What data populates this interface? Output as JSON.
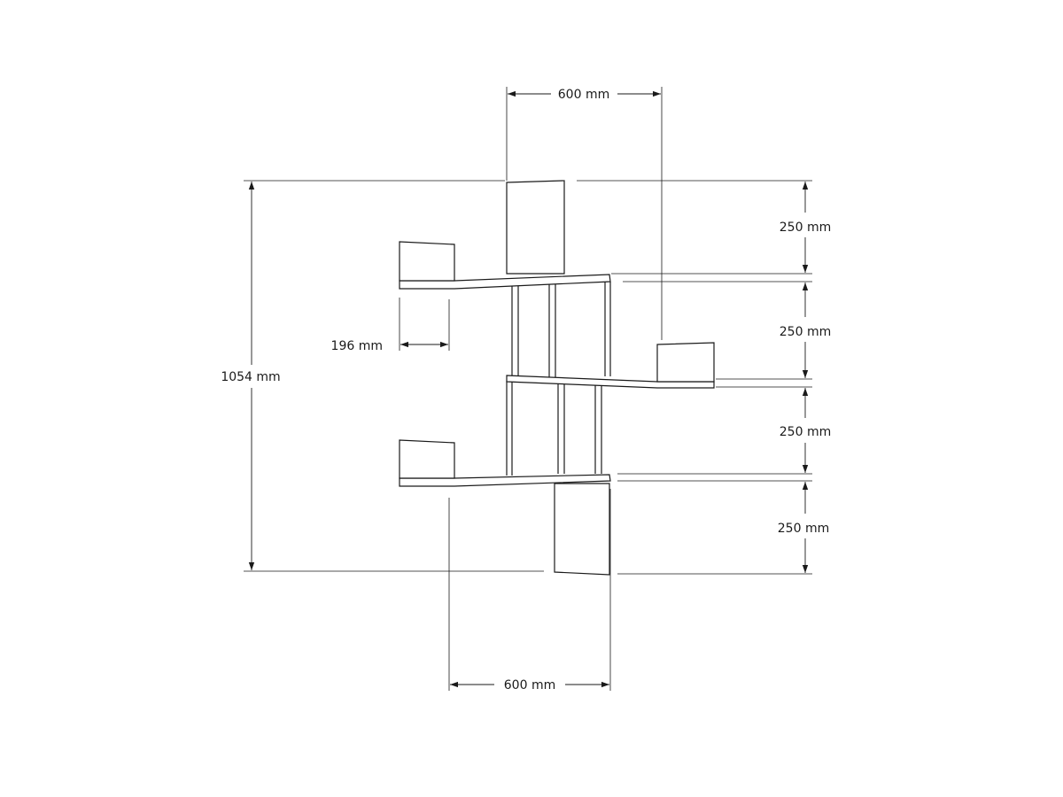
{
  "dimensions": {
    "top_width": "600 mm",
    "bottom_width": "600 mm",
    "total_height": "1054 mm",
    "shelf_depth": "196 mm",
    "spacing": [
      "250 mm",
      "250 mm",
      "250 mm",
      "250 mm"
    ]
  },
  "colors": {
    "line": "#1a1a1a",
    "background": "#ffffff"
  }
}
